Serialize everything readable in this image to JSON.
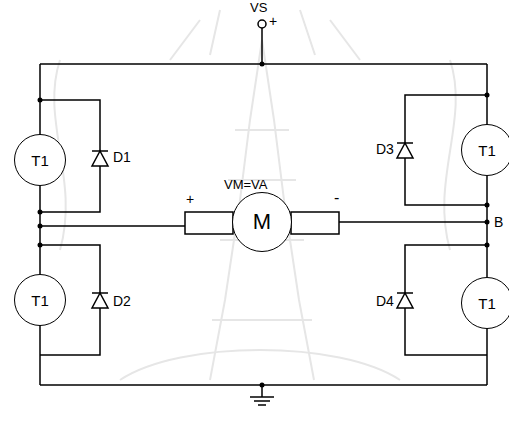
{
  "diagram": {
    "nodes": [
      {
        "text": [
          "T1"
        ]
      },
      {
        "text": [
          "T1"
        ]
      },
      {
        "text": [
          "M"
        ]
      },
      {
        "text": [
          "T1"
        ]
      },
      {
        "text": [
          "T1"
        ]
      }
    ],
    "edges": [
      {
        "from": 0,
        "to": 3,
        "arrow": "none"
      },
      {
        "from": 1,
        "to": 4,
        "arrow": "none"
      }
    ],
    "labels": [
      "VS",
      "+",
      "D1",
      "D3",
      "VM=VA",
      "+",
      "-",
      "B",
      "D2",
      "D4"
    ]
  }
}
